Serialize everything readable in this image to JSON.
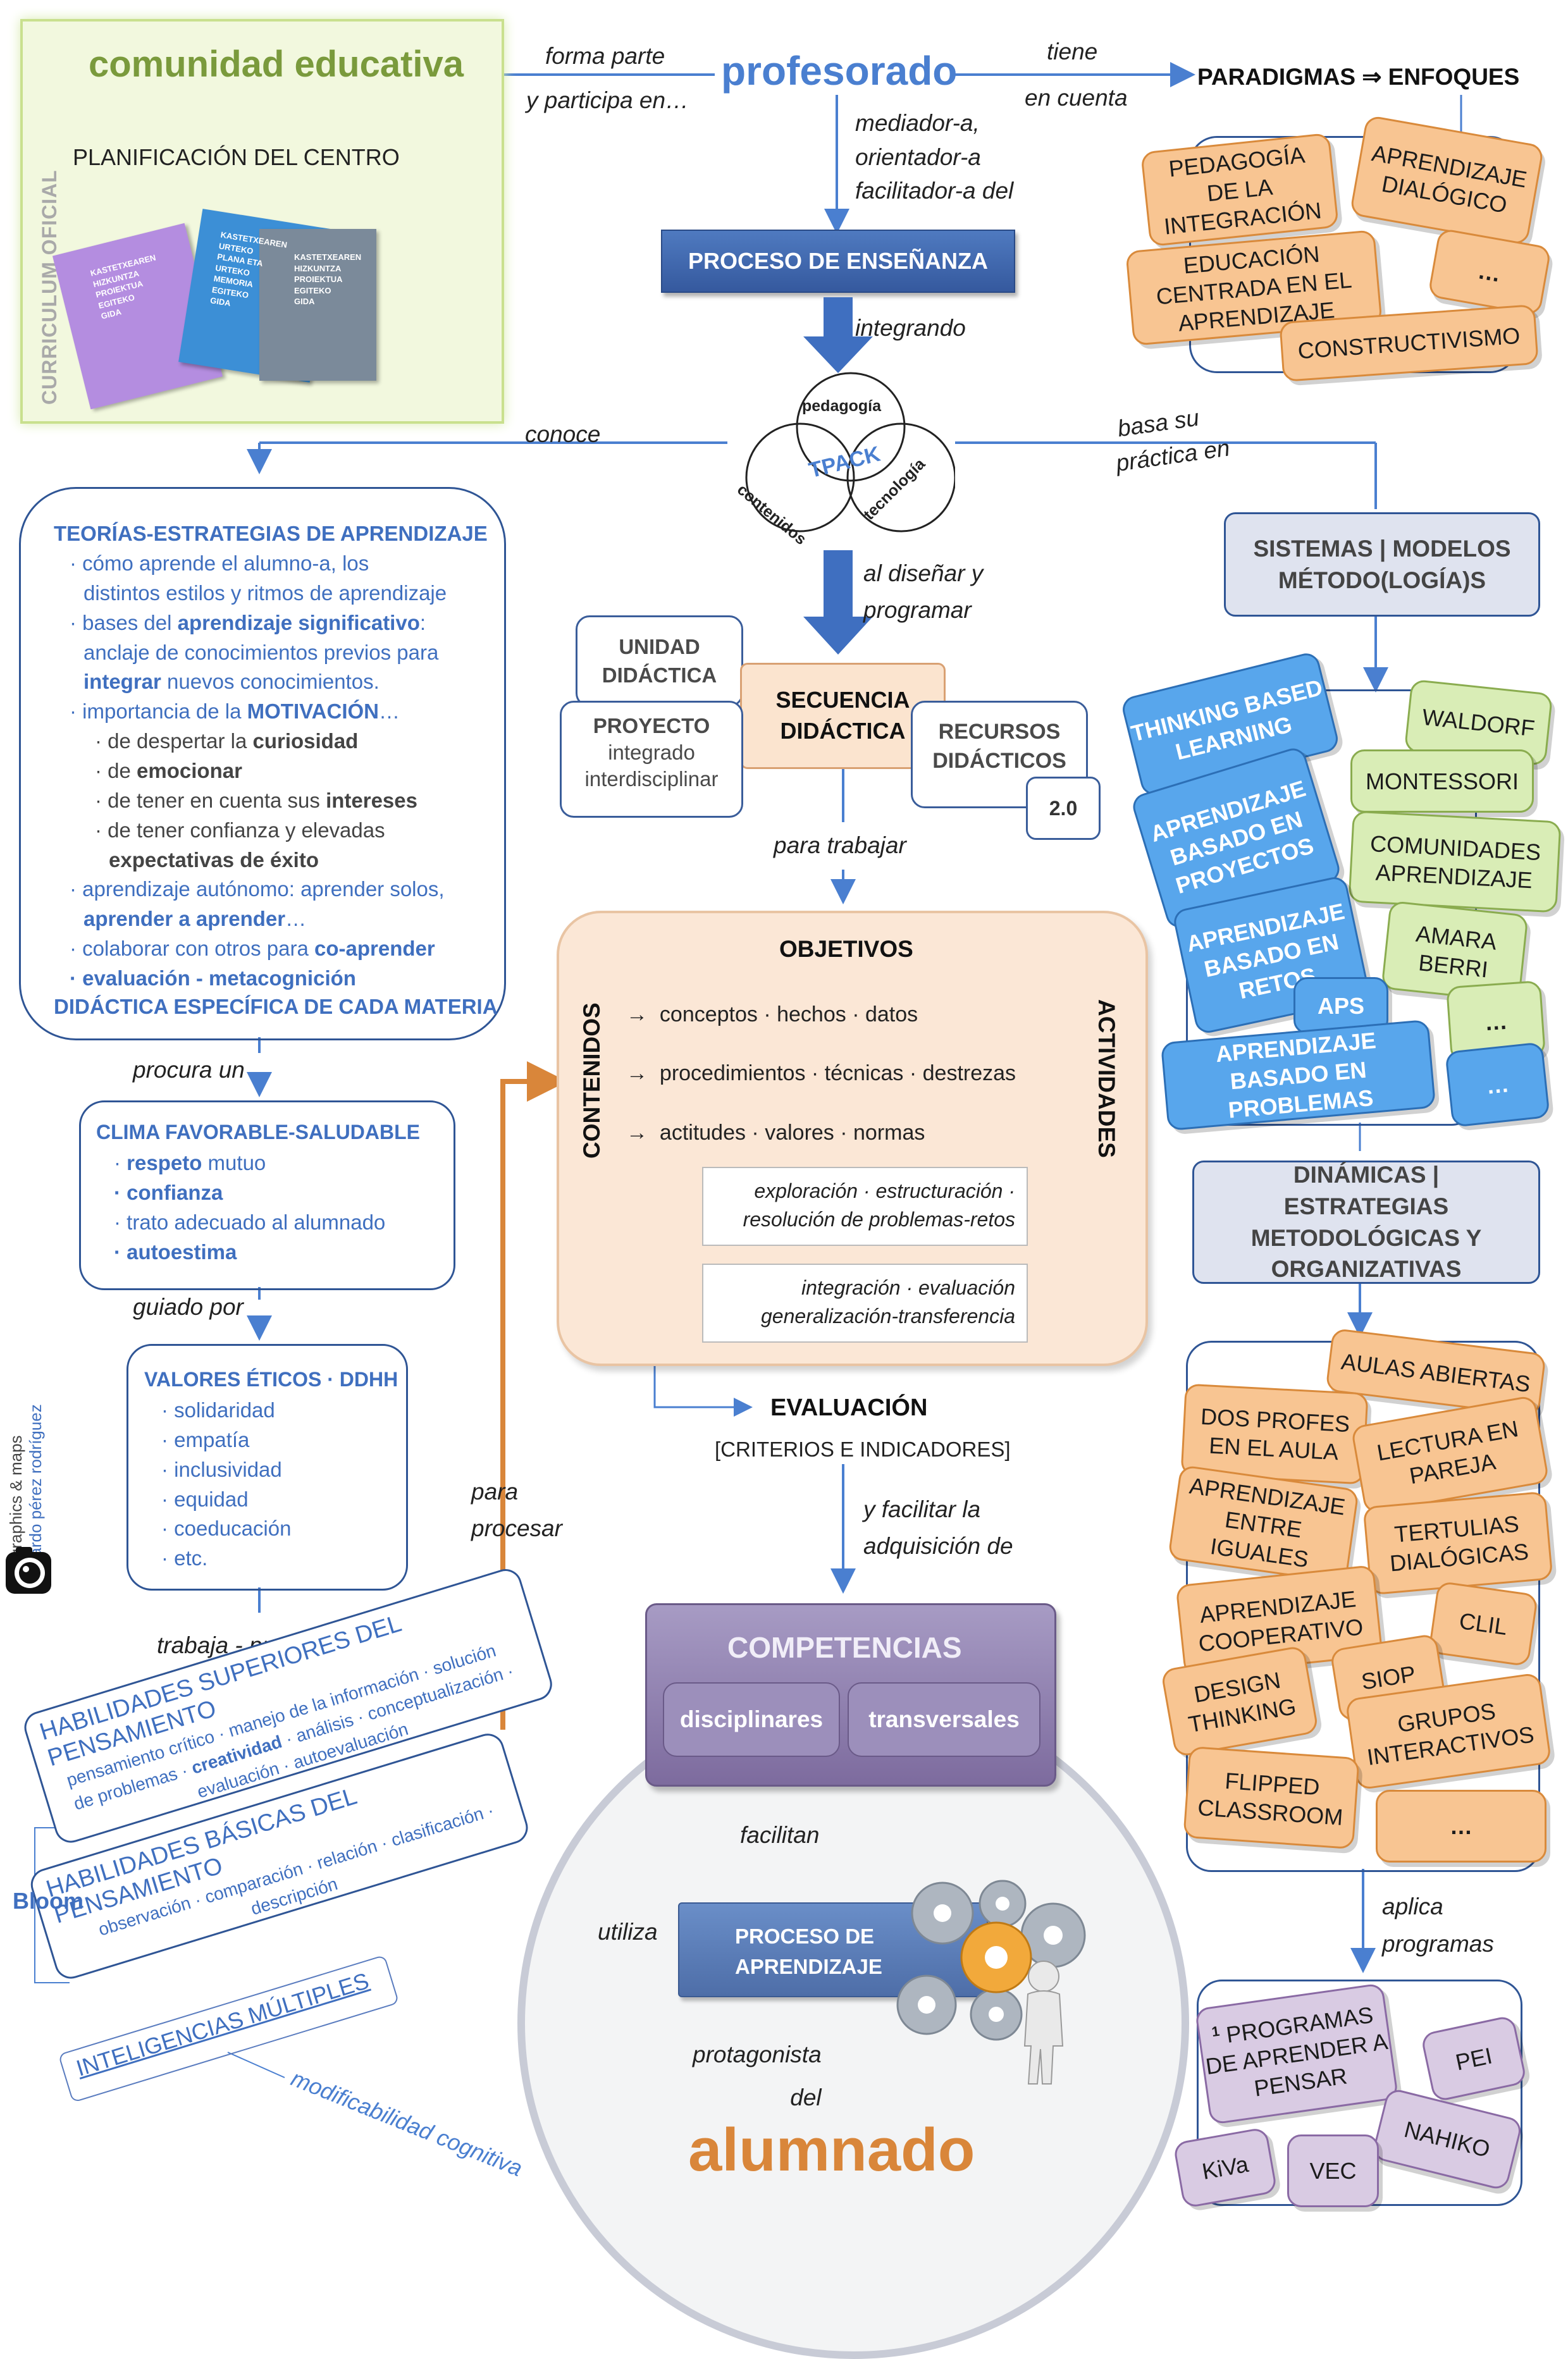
{
  "center": {
    "profesorado": "profesorado",
    "forma_parte": "forma parte",
    "y_participa": "y participa en…",
    "tiene": "tiene",
    "en_cuenta": "en cuenta",
    "paradigmas": "PARADIGMAS ⇒ ENFOQUES",
    "mediador": [
      "mediador-a,",
      "orientador-a",
      "facilitador-a del"
    ],
    "proceso_ensenanza": "PROCESO DE ENSEÑANZA",
    "integrando": "integrando",
    "tpack": {
      "pedagogia": "pedagogía",
      "contenidos": "contenidos",
      "tecnologia": "tecnología",
      "core": "TPACK"
    },
    "conoce": "conoce",
    "basa": [
      "basa su",
      "práctica en"
    ],
    "al_disenar": [
      "al diseñar y",
      "programar"
    ],
    "unidad": "UNIDAD DIDÁCTICA",
    "secuencia": "SECUENCIA DIDÁCTICA",
    "proyecto": {
      "title": "PROYECTO",
      "sub1": "integrado",
      "sub2": "interdisciplinar"
    },
    "recursos": "RECURSOS DIDÁCTICOS",
    "web": "2.0",
    "para_trabajar": "para trabajar",
    "objetivos": "OBJETIVOS",
    "contenidos": "CONTENIDOS",
    "actividades": "ACTIVIDADES",
    "obj_items": [
      "conceptos · hechos · datos",
      "procedimientos · técnicas · destrezas",
      "actitudes · valores · normas"
    ],
    "obj_arrow": "→",
    "act1": [
      "exploración · estructuración ·",
      "resolución de problemas-retos"
    ],
    "act2": [
      "integración · evaluación",
      "generalización-transferencia"
    ],
    "evaluacion": "EVALUACIÓN",
    "criterios": "[CRITERIOS E INDICADORES]",
    "facilitar": [
      "y facilitar la",
      "adquisición de"
    ],
    "competencias": "COMPETENCIAS",
    "disciplinares": "disciplinares",
    "transversales": "transversales",
    "facilitan": "facilitan",
    "proceso_aprendizaje": [
      "PROCESO DE",
      "APRENDIZAJE"
    ],
    "utiliza": "utiliza",
    "protagonista": [
      "protagonista",
      "del"
    ],
    "alumnado": "alumnado",
    "para_procesar": [
      "para",
      "procesar"
    ]
  },
  "left": {
    "comunidad": "comunidad educativa",
    "planificacion": "PLANIFICACIÓN DEL CENTRO",
    "curriculum": "CURRICULUM OFICIAL",
    "books": [
      [
        "KASTETXEAREN",
        "HIZKUNTZA",
        "PROIEKTUA",
        "EGITEKO",
        "GIDA"
      ],
      [
        "KASTETXEAREN",
        "URTEKO",
        "PLANA ETA",
        "URTEKO",
        "MEMORIA",
        "EGITEKO",
        "GIDA"
      ],
      [
        "KASTETXEAREN",
        "HIZKUNTZA",
        "PROIEKTUA",
        "EGITEKO",
        "GIDA"
      ]
    ],
    "teorias_title": "TEORÍAS-ESTRATEGIAS DE APRENDIZAJE",
    "teorias": {
      "t1a": "· cómo aprende el alumno-a, los",
      "t1b": "distintos estilos y ritmos de aprendizaje",
      "t2a": "· bases del ",
      "t2b": "aprendizaje significativo",
      "t2c": ":",
      "t2d": "anclaje de conocimientos previos para",
      "t2e": "integrar",
      "t2f": " nuevos conocimientos.",
      "t3a": "· importancia de la ",
      "t3b": "MOTIVACIÓN",
      "t3c": "…",
      "s1a": "· de despertar la ",
      "s1b": "curiosidad",
      "s2a": "· de ",
      "s2b": "emocionar",
      "s3a": "· de tener en cuenta sus ",
      "s3b": "intereses",
      "s4a": "· de tener confianza y elevadas",
      "s4b": "expectativas de éxito",
      "t4a": "· aprendizaje autónomo: aprender solos,",
      "t4b": "aprender  a aprender",
      "t4c": "…",
      "t5a": "· colaborar con otros para ",
      "t5b": "co-aprender",
      "t6": "· evaluación - metacognición"
    },
    "didactica": "DIDÁCTICA ESPECÍFICA DE CADA MATERIA",
    "procura": "procura un",
    "clima_title": "CLIMA FAVORABLE-SALUDABLE",
    "clima": {
      "c1a": "· ",
      "c1b": "respeto",
      "c1c": " mutuo",
      "c2": "· confianza",
      "c3": "· trato adecuado al alumnado",
      "c4": "· autoestima"
    },
    "guiado": "guiado por",
    "valores_title": "VALORES ÉTICOS · DDHH",
    "valores": [
      "· solidaridad",
      "· empatía",
      "· inclusividad",
      "· equidad",
      "· coeducación",
      "· etc."
    ],
    "trabaja": "trabaja - practica",
    "hsp_title": "HABILIDADES SUPERIORES DEL PENSAMIENTO",
    "hsp1": "pensamiento crítico · manejo de la información · solución",
    "hsp2a": "de problemas · ",
    "hsp2b": "creatividad",
    "hsp2c": " · análisis · conceptualización ·",
    "hsp3": "evaluación · autoevaluación",
    "hbp_title": "HABILIDADES BÁSICAS DEL PENSAMIENTO",
    "hbp1": "observación · comparación · relación · clasificación ·",
    "hbp2": "descripción",
    "bloom": "Bloom",
    "inteligencias": "INTELIGENCIAS MÚLTIPLES",
    "modificabilidad": "modificabilidad cognitiva",
    "credit1": "infographics & maps",
    "credit2": "eduardo pérez rodríguez"
  },
  "right": {
    "enfoques": [
      "PEDAGOGÍA DE LA INTEGRACIÓN",
      "APRENDIZAJE DIALÓGICO",
      "EDUCACIÓN CENTRADA EN EL APRENDIZAJE",
      "…",
      "CONSTRUCTIVISMO"
    ],
    "sistemas": "SISTEMAS | MODELOS MÉTODO(LOGÍA)S",
    "modelos_blue": [
      "THINKING BASED LEARNING",
      "APRENDIZAJE BASADO EN PROYECTOS",
      "APRENDIZAJE BASADO EN RETOS",
      "APS",
      "APRENDIZAJE BASADO EN PROBLEMAS",
      "…"
    ],
    "modelos_green": [
      "WALDORF",
      "MONTESSORI",
      "COMUNIDADES APRENDIZAJE",
      "AMARA BERRI",
      "…"
    ],
    "dinamicas": "DINÁMICAS | ESTRATEGIAS METODOLÓGICAS Y ORGANIZATIVAS",
    "estrategias": [
      "AULAS ABIERTAS",
      "DOS PROFES EN EL AULA",
      "LECTURA EN PAREJA",
      "APRENDIZAJE ENTRE IGUALES",
      "TERTULIAS DIALÓGICAS",
      "APRENDIZAJE COOPERATIVO",
      "CLIL",
      "DESIGN THINKING",
      "SIOP",
      "GRUPOS INTERACTIVOS",
      "FLIPPED CLASSROOM",
      "…"
    ],
    "aplica": [
      "aplica",
      "programas"
    ],
    "programas": {
      "sup": "1",
      "main": "PROGRAMAS DE APRENDER A PENSAR",
      "pei": "PEI",
      "nahiko": "NAHIKO",
      "kiva": "KiVa",
      "vec": "VEC"
    }
  },
  "colors": {
    "blue": "#4a7fd0",
    "orange": "#d9863a",
    "green": "#7a9a3c",
    "navy": "#2d4f8e",
    "lavender": "#7d6b9e"
  }
}
